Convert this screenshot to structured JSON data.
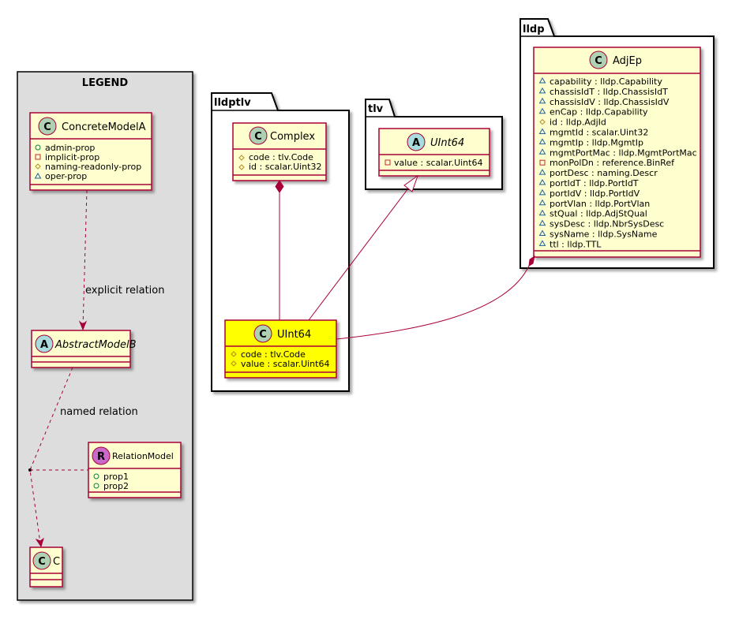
{
  "legend": {
    "title": "LEGEND",
    "concrete": {
      "name": "ConcreteModelA",
      "badge": "C",
      "props": [
        "admin-prop",
        "implicit-prop",
        "naming-readonly-prop",
        "oper-prop"
      ]
    },
    "abstract": {
      "name": "AbstractModelB",
      "badge": "A"
    },
    "relation_model": {
      "name": "RelationModel",
      "badge": "R",
      "props": [
        "prop1",
        "prop2"
      ]
    },
    "c": {
      "name": "C",
      "badge": "C"
    },
    "explicit_relation": "explicit relation",
    "named_relation": "named relation"
  },
  "packages": {
    "lldptlv": {
      "title": "lldptlv",
      "complex": {
        "name": "Complex",
        "badge": "C",
        "props": [
          "code : tlv.Code",
          "id : scalar.Uint32"
        ]
      },
      "uint64": {
        "name": "UInt64",
        "badge": "C",
        "props": [
          "code : tlv.Code",
          "value : scalar.Uint64"
        ]
      }
    },
    "tlv": {
      "title": "tlv",
      "uint64": {
        "name": "UInt64",
        "badge": "A",
        "props": [
          "value : scalar.Uint64"
        ]
      }
    },
    "lldp": {
      "title": "lldp",
      "adjep": {
        "name": "AdjEp",
        "badge": "C",
        "props": [
          "capability : lldp.Capability",
          "chassisIdT : lldp.ChassisIdT",
          "chassisIdV : lldp.ChassisIdV",
          "enCap : lldp.Capability",
          "id : lldp.AdjId",
          "mgmtId : scalar.Uint32",
          "mgmtIp : lldp.MgmtIp",
          "mgmtPortMac : lldp.MgmtPortMac",
          "monPolDn : reference.BinRef",
          "portDesc : naming.Descr",
          "portIdT : lldp.PortIdT",
          "portIdV : lldp.PortIdV",
          "portVlan : lldp.PortVlan",
          "stQual : lldp.AdjStQual",
          "sysDesc : lldp.NbrSysDesc",
          "sysName : lldp.SysName",
          "ttl : lldp.TTL"
        ]
      }
    }
  },
  "colors": {
    "class_fill": "#FEFECE",
    "class_border": "#A80036",
    "highlight_fill": "#FFFF00",
    "legend_bg": "#DDDDDD",
    "badge_c": "#ADD1B2",
    "badge_a": "#A9DCDF",
    "badge_r": "#C969C9"
  }
}
